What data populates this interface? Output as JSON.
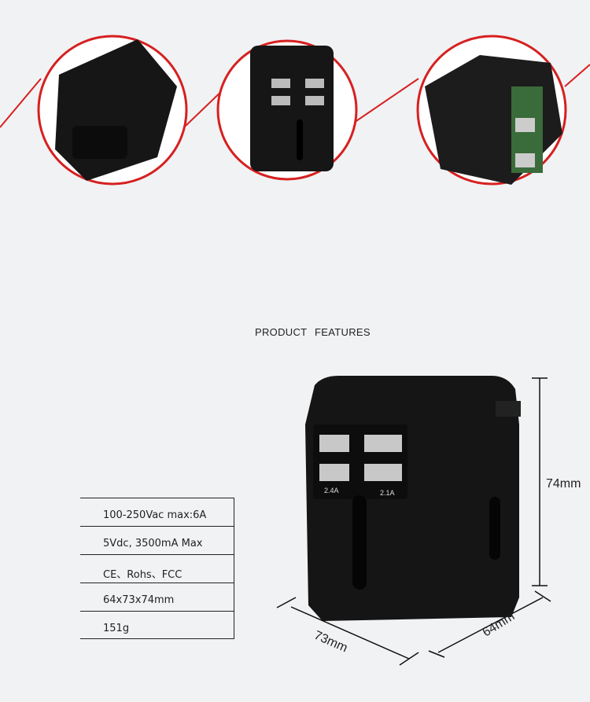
{
  "section_title": "PRODUCT FEATURES",
  "specs": [
    "100-250Vac   max:6A",
    "5Vdc, 3500mA Max",
    "CE、Rohs、FCC",
    "64x73x74mm",
    "151g"
  ],
  "dimensions": {
    "height": "74mm",
    "width": "73mm",
    "depth": "64mm"
  },
  "usb_labels": {
    "left": "2.4A",
    "right": "2.1A"
  },
  "colors": {
    "accent": "#d62020",
    "product": "#141414",
    "background": "#f1f2f4"
  }
}
